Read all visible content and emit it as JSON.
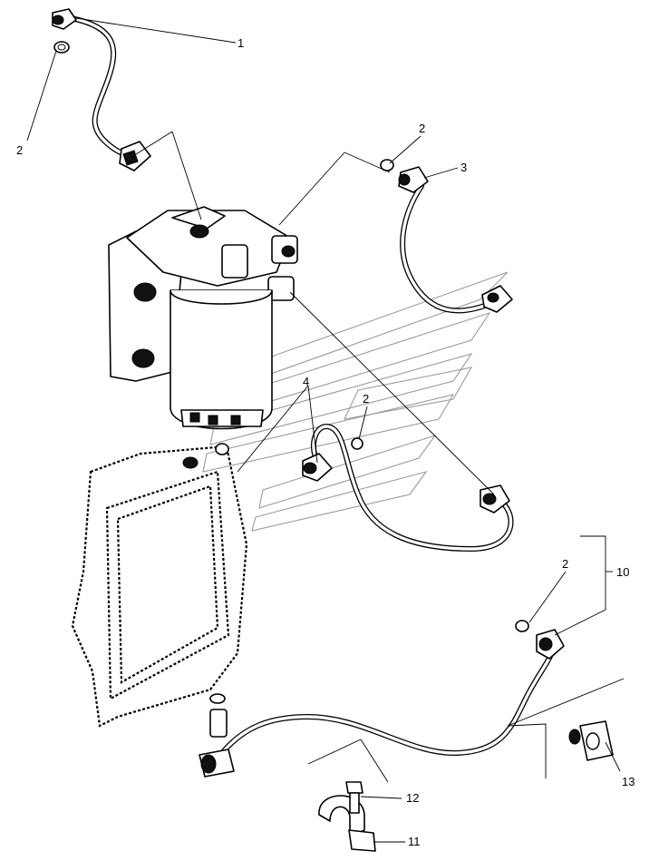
{
  "callouts": [
    {
      "id": "c1",
      "text": "1"
    },
    {
      "id": "c2a",
      "text": "2"
    },
    {
      "id": "c2b",
      "text": "2"
    },
    {
      "id": "c3",
      "text": "3"
    },
    {
      "id": "c4",
      "text": "4"
    },
    {
      "id": "c2c",
      "text": "2"
    },
    {
      "id": "c2d",
      "text": "2"
    },
    {
      "id": "c10",
      "text": "10"
    },
    {
      "id": "c12",
      "text": "12"
    },
    {
      "id": "c11",
      "text": "11"
    },
    {
      "id": "c13",
      "text": "13"
    }
  ]
}
